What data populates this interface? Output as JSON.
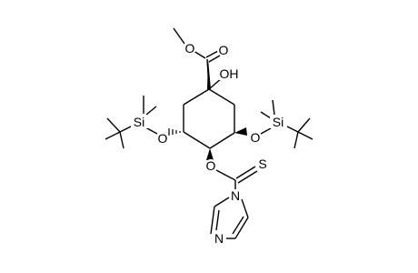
{
  "molecule": {
    "atoms": {
      "ester_o_methyl": "O",
      "ester_o_carbonyl": "O",
      "hydroxyl": "OH",
      "si_left": "Si",
      "o_left": "O",
      "si_right": "Si",
      "o_right": "O",
      "o_thiocarbonate": "O",
      "thione_s": "S",
      "imidazole_n1": "N",
      "imidazole_n3": "N"
    }
  }
}
